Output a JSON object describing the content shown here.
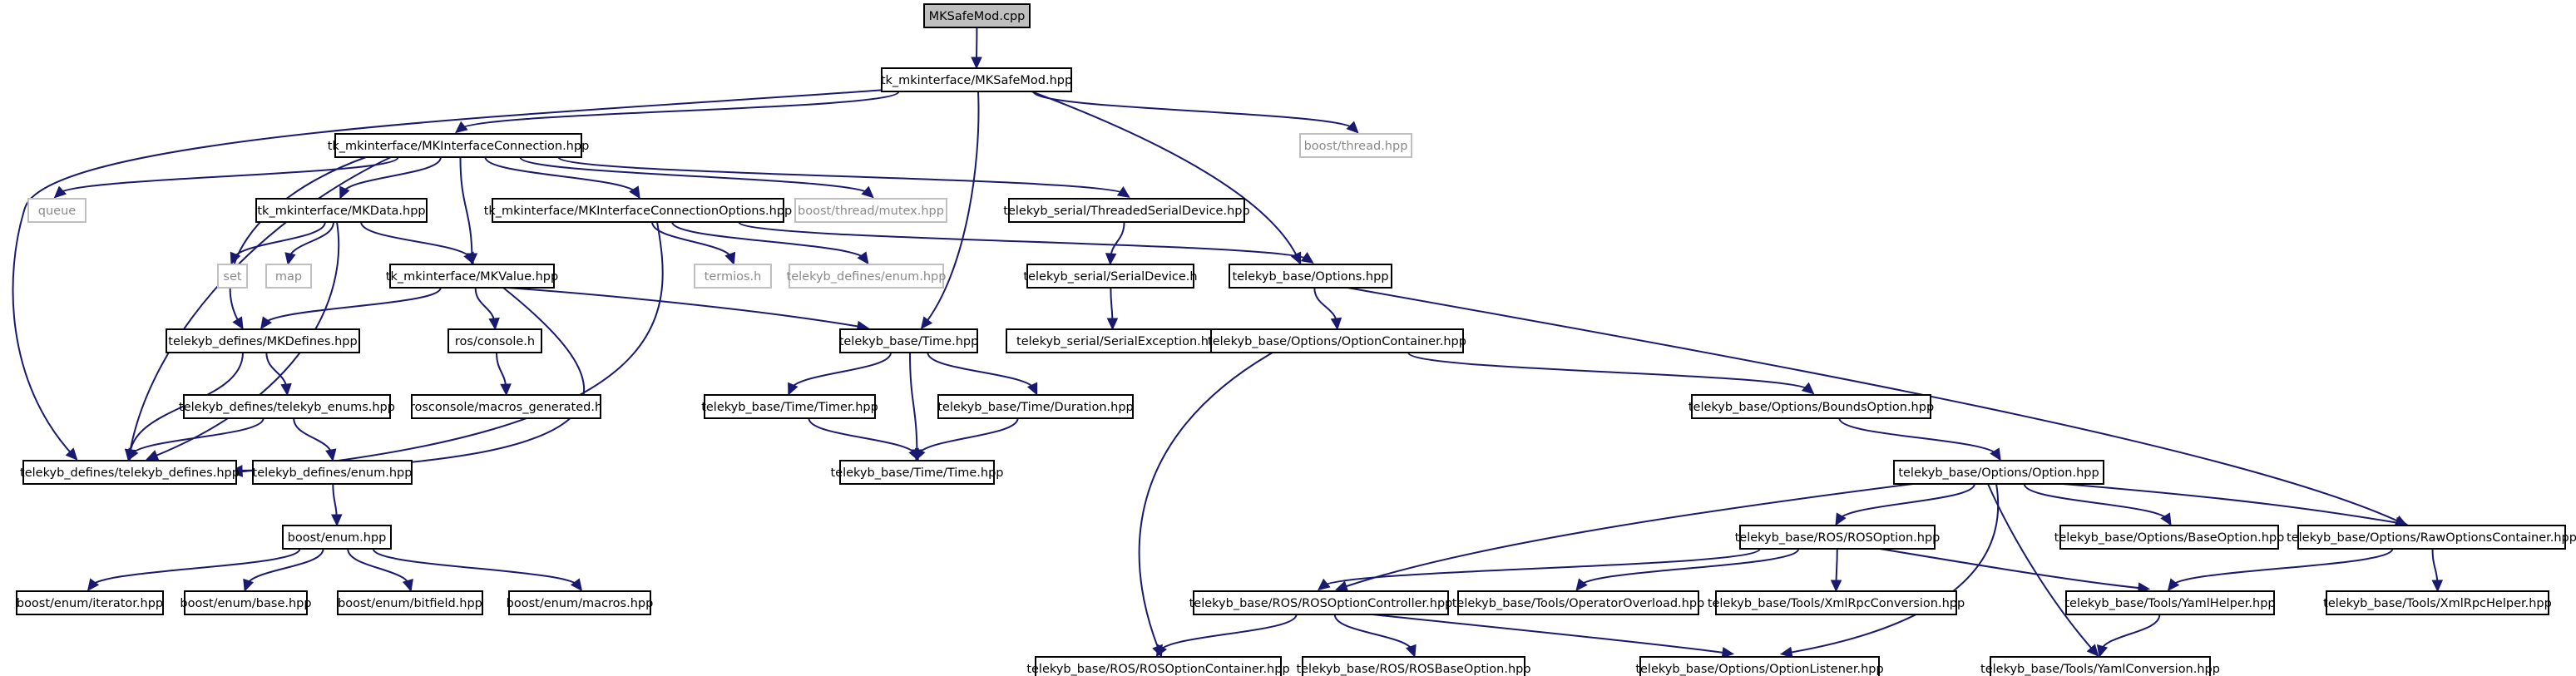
{
  "diagram": {
    "type": "include-dependency-graph",
    "colors": {
      "edge": "#191970",
      "node_border": "#000000",
      "root_fill": "#bfbfbf",
      "external_border": "#bfbfbf",
      "external_text": "#8a8a8a",
      "node_fill": "#ffffff"
    },
    "nodes": [
      {
        "id": "n0",
        "label": "MKSafeMod.cpp",
        "kind": "root"
      },
      {
        "id": "n1",
        "label": "tk_mkinterface/MKSafeMod.hpp",
        "kind": "normal"
      },
      {
        "id": "n2",
        "label": "tk_mkinterface/MKInterfaceConnection.hpp",
        "kind": "normal"
      },
      {
        "id": "n3",
        "label": "boost/thread.hpp",
        "kind": "external"
      },
      {
        "id": "n4",
        "label": "queue",
        "kind": "external"
      },
      {
        "id": "n5",
        "label": "tk_mkinterface/MKData.hpp",
        "kind": "normal"
      },
      {
        "id": "n6",
        "label": "tk_mkinterface/MKInterfaceConnectionOptions.hpp",
        "kind": "normal"
      },
      {
        "id": "n7",
        "label": "boost/thread/mutex.hpp",
        "kind": "external"
      },
      {
        "id": "n8",
        "label": "telekyb_serial/ThreadedSerialDevice.hpp",
        "kind": "normal"
      },
      {
        "id": "n9",
        "label": "set",
        "kind": "external"
      },
      {
        "id": "n10",
        "label": "map",
        "kind": "external"
      },
      {
        "id": "n11",
        "label": "tk_mkinterface/MKValue.hpp",
        "kind": "normal"
      },
      {
        "id": "n12",
        "label": "termios.h",
        "kind": "external"
      },
      {
        "id": "n13",
        "label": "telekyb_defines/enum.hpp",
        "kind": "external"
      },
      {
        "id": "n14",
        "label": "telekyb_serial/SerialDevice.h",
        "kind": "normal"
      },
      {
        "id": "n15",
        "label": "telekyb_base/Options.hpp",
        "kind": "normal"
      },
      {
        "id": "n16",
        "label": "ros/console.h",
        "kind": "normal"
      },
      {
        "id": "n17",
        "label": "telekyb_serial/SerialException.h",
        "kind": "normal"
      },
      {
        "id": "n18",
        "label": "telekyb_defines/MKDefines.hpp",
        "kind": "normal"
      },
      {
        "id": "n19",
        "label": "telekyb_base/Time.hpp",
        "kind": "normal"
      },
      {
        "id": "n20",
        "label": "telekyb_base/Options/OptionContainer.hpp",
        "kind": "normal"
      },
      {
        "id": "n21",
        "label": "rosconsole/macros_generated.h",
        "kind": "normal"
      },
      {
        "id": "n22",
        "label": "telekyb_defines/telekyb_enums.hpp",
        "kind": "normal"
      },
      {
        "id": "n23",
        "label": "telekyb_base/Time/Timer.hpp",
        "kind": "normal"
      },
      {
        "id": "n24",
        "label": "telekyb_base/Time/Duration.hpp",
        "kind": "normal"
      },
      {
        "id": "n25",
        "label": "telekyb_base/Options/BoundsOption.hpp",
        "kind": "normal"
      },
      {
        "id": "n26",
        "label": "telekyb_defines/telekyb_defines.hpp",
        "kind": "normal"
      },
      {
        "id": "n27",
        "label": "telekyb_defines/enum.hpp",
        "kind": "normal"
      },
      {
        "id": "n28",
        "label": "telekyb_base/Time/Time.hpp",
        "kind": "normal"
      },
      {
        "id": "n29",
        "label": "telekyb_base/Options/Option.hpp",
        "kind": "normal"
      },
      {
        "id": "n30",
        "label": "boost/enum.hpp",
        "kind": "normal"
      },
      {
        "id": "n31",
        "label": "telekyb_base/ROS/ROSOption.hpp",
        "kind": "normal"
      },
      {
        "id": "n32",
        "label": "telekyb_base/Options/BaseOption.hpp",
        "kind": "normal"
      },
      {
        "id": "n33",
        "label": "telekyb_base/Options/RawOptionsContainer.hpp",
        "kind": "normal"
      },
      {
        "id": "n34",
        "label": "boost/enum/iterator.hpp",
        "kind": "normal"
      },
      {
        "id": "n35",
        "label": "boost/enum/base.hpp",
        "kind": "normal"
      },
      {
        "id": "n36",
        "label": "boost/enum/bitfield.hpp",
        "kind": "normal"
      },
      {
        "id": "n37",
        "label": "boost/enum/macros.hpp",
        "kind": "normal"
      },
      {
        "id": "n38",
        "label": "telekyb_base/ROS/ROSOptionController.hpp",
        "kind": "normal"
      },
      {
        "id": "n39",
        "label": "telekyb_base/Tools/OperatorOverload.hpp",
        "kind": "normal"
      },
      {
        "id": "n40",
        "label": "telekyb_base/Tools/XmlRpcConversion.hpp",
        "kind": "normal"
      },
      {
        "id": "n41",
        "label": "telekyb_base/Tools/YamlHelper.hpp",
        "kind": "normal"
      },
      {
        "id": "n42",
        "label": "telekyb_base/Tools/XmlRpcHelper.hpp",
        "kind": "normal"
      },
      {
        "id": "n43",
        "label": "telekyb_base/ROS/ROSOptionContainer.hpp",
        "kind": "normal"
      },
      {
        "id": "n44",
        "label": "telekyb_base/ROS/ROSBaseOption.hpp",
        "kind": "normal"
      },
      {
        "id": "n45",
        "label": "telekyb_base/Options/OptionListener.hpp",
        "kind": "normal"
      },
      {
        "id": "n46",
        "label": "telekyb_base/Tools/YamlConversion.hpp",
        "kind": "normal"
      }
    ],
    "edges": [
      [
        "n0",
        "n1"
      ],
      [
        "n1",
        "n2"
      ],
      [
        "n1",
        "n26"
      ],
      [
        "n1",
        "n19"
      ],
      [
        "n1",
        "n15"
      ],
      [
        "n1",
        "n3"
      ],
      [
        "n2",
        "n4"
      ],
      [
        "n2",
        "n5"
      ],
      [
        "n2",
        "n6"
      ],
      [
        "n2",
        "n7"
      ],
      [
        "n2",
        "n8"
      ],
      [
        "n2",
        "n11"
      ],
      [
        "n2",
        "n18"
      ],
      [
        "n2",
        "n26"
      ],
      [
        "n5",
        "n9"
      ],
      [
        "n5",
        "n10"
      ],
      [
        "n5",
        "n11"
      ],
      [
        "n5",
        "n26"
      ],
      [
        "n6",
        "n12"
      ],
      [
        "n6",
        "n13"
      ],
      [
        "n6",
        "n15"
      ],
      [
        "n6",
        "n26"
      ],
      [
        "n8",
        "n14"
      ],
      [
        "n14",
        "n17"
      ],
      [
        "n11",
        "n16"
      ],
      [
        "n11",
        "n18"
      ],
      [
        "n11",
        "n19"
      ],
      [
        "n11",
        "n26"
      ],
      [
        "n16",
        "n21"
      ],
      [
        "n18",
        "n22"
      ],
      [
        "n18",
        "n26"
      ],
      [
        "n22",
        "n26"
      ],
      [
        "n22",
        "n27"
      ],
      [
        "n27",
        "n30"
      ],
      [
        "n30",
        "n34"
      ],
      [
        "n30",
        "n35"
      ],
      [
        "n30",
        "n36"
      ],
      [
        "n30",
        "n37"
      ],
      [
        "n19",
        "n23"
      ],
      [
        "n19",
        "n24"
      ],
      [
        "n19",
        "n28"
      ],
      [
        "n23",
        "n28"
      ],
      [
        "n24",
        "n28"
      ],
      [
        "n15",
        "n20"
      ],
      [
        "n15",
        "n33"
      ],
      [
        "n20",
        "n25"
      ],
      [
        "n20",
        "n43"
      ],
      [
        "n25",
        "n29"
      ],
      [
        "n29",
        "n31"
      ],
      [
        "n29",
        "n32"
      ],
      [
        "n29",
        "n33"
      ],
      [
        "n29",
        "n38"
      ],
      [
        "n29",
        "n45"
      ],
      [
        "n29",
        "n46"
      ],
      [
        "n31",
        "n38"
      ],
      [
        "n31",
        "n39"
      ],
      [
        "n31",
        "n40"
      ],
      [
        "n31",
        "n41"
      ],
      [
        "n33",
        "n41"
      ],
      [
        "n33",
        "n42"
      ],
      [
        "n38",
        "n43"
      ],
      [
        "n38",
        "n44"
      ],
      [
        "n38",
        "n45"
      ],
      [
        "n41",
        "n46"
      ]
    ]
  }
}
